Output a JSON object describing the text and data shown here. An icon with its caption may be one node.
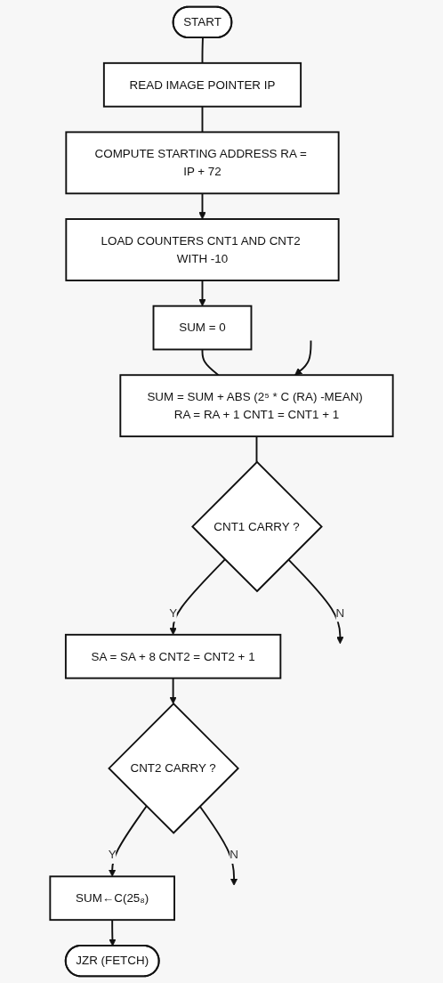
{
  "diagram": {
    "nodes": [
      {
        "text": [
          "START"
        ]
      },
      {
        "text": [
          "READ IMAGE POINTER IP"
        ]
      },
      {
        "text": [
          "COMPUTE STARTING ADDRESS RA = IP + 72"
        ]
      },
      {
        "text": [
          "LOAD COUNTERS CNT1 AND CNT2 WITH -10"
        ]
      },
      {
        "text": [
          "SUM = 0"
        ]
      },
      {
        "text": [
          "SUM = SUM + ABS (2⁵ * C (RA) -MEAN) RA = RA + 1 CNT1 = CNT1 + 1"
        ]
      },
      {
        "text": [
          "CNT1 CARRY ?"
        ]
      },
      {
        "text": [
          "SA = SA + 8 CNT2 = CNT2 + 1"
        ]
      },
      {
        "text": [
          "CNT2 CARRY ?"
        ]
      },
      {
        "text": [
          "SUM←C(25₈)"
        ]
      },
      {
        "text": [
          "JZR (FETCH)"
        ]
      }
    ],
    "edges": [
      {
        "from": 0,
        "to": 1,
        "arrow": "none"
      },
      {
        "from": 1,
        "to": 2,
        "arrow": "none"
      },
      {
        "from": 2,
        "to": 3,
        "arrow": "to"
      },
      {
        "from": 3,
        "to": 4,
        "arrow": "to"
      },
      {
        "from": 4,
        "to": 5,
        "arrow": "none"
      },
      {
        "from": null,
        "to": 5,
        "arrow": "to"
      },
      {
        "from": 5,
        "to": 6,
        "arrow": "none"
      },
      {
        "from": 6,
        "to": null,
        "label": "N",
        "arrow": "to"
      },
      {
        "from": 6,
        "to": 7,
        "label": "Y",
        "arrow": "to"
      },
      {
        "from": 7,
        "to": 8,
        "arrow": "to"
      },
      {
        "from": 8,
        "to": null,
        "label": "N",
        "arrow": "to"
      },
      {
        "from": 8,
        "to": 9,
        "label": "Y",
        "arrow": "to"
      },
      {
        "from": 9,
        "to": 10,
        "arrow": "to"
      }
    ]
  }
}
